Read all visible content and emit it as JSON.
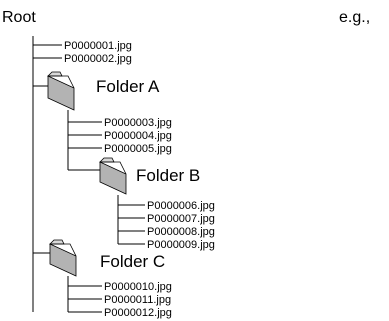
{
  "root_label": "Root",
  "example_label": "e.g.,",
  "root_files": [
    "P0000001.jpg",
    "P0000002.jpg"
  ],
  "folders": [
    {
      "name": "Folder A",
      "files": [
        "P0000003.jpg",
        "P0000004.jpg",
        "P0000005.jpg"
      ],
      "subfolders": [
        {
          "name": "Folder B",
          "files": [
            "P0000006.jpg",
            "P0000007.jpg",
            "P0000008.jpg",
            "P0000009.jpg"
          ]
        }
      ]
    },
    {
      "name": "Folder C",
      "files": [
        "P0000010.jpg",
        "P0000011.jpg",
        "P0000012.jpg"
      ]
    }
  ],
  "colors": {
    "line": "#000000",
    "folder_fill": "#b3b3b3",
    "folder_stroke": "#000000"
  },
  "icon": "folder-icon"
}
